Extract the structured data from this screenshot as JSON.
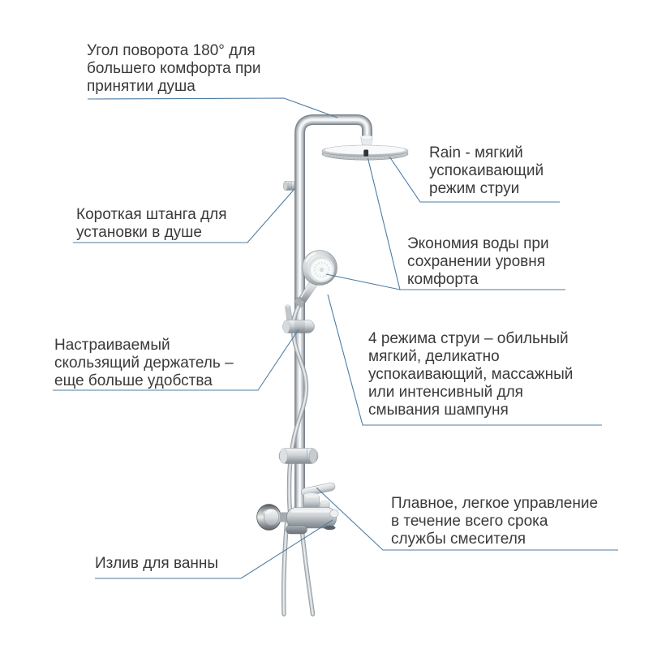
{
  "diagram": {
    "type": "product-feature-callout-diagram",
    "language": "ru",
    "colors": {
      "background": "#ffffff",
      "callout_line": "#4e7ca3",
      "text": "#3a3a3a",
      "chrome_light": "#f3f5f6",
      "chrome_dark": "#7f868c"
    },
    "callouts": [
      {
        "id": "swivel-angle",
        "side": "left",
        "target": "shower-arm",
        "text": "Угол поворота 180° для\nбольшего комфорта при\nпринятии душа"
      },
      {
        "id": "rain-spray",
        "side": "right",
        "target": "rain-shower-head",
        "text": "Rain - мягкий\nуспокаивающий\nрежим струи"
      },
      {
        "id": "short-rail",
        "side": "left",
        "target": "shower-pipe",
        "text": "Короткая штанга для\nустановки в душе"
      },
      {
        "id": "water-saving",
        "side": "right",
        "target": "rain-shower-head-and-hand-shower",
        "text": "Экономия воды при\nсохранении уровня\nкомфорта"
      },
      {
        "id": "glide-holder",
        "side": "left",
        "target": "slide-holder",
        "text": "Настраиваемый\nскользящий держатель –\nеще больше удобства"
      },
      {
        "id": "spray-modes",
        "side": "right",
        "target": "hand-shower",
        "text": "4 режима струи – обильный\nмягкий, деликатно\nуспокаивающий, массажный\nили интенсивный для\nсмывания шампуня"
      },
      {
        "id": "smooth-control",
        "side": "right",
        "target": "mixer-lever",
        "text": "Плавное, легкое управление\nв течение всего срока\nслужбы смесителя"
      },
      {
        "id": "bath-spout",
        "side": "left",
        "target": "bath-spout",
        "text": "Излив для ванны"
      }
    ]
  }
}
